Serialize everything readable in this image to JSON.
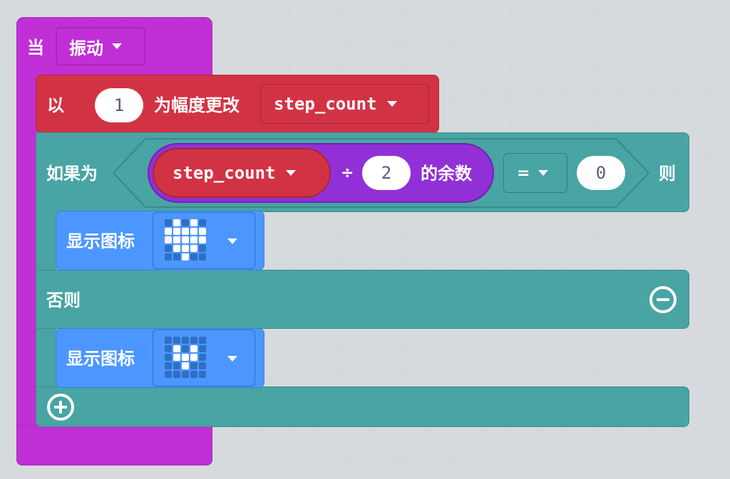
{
  "hat": {
    "prefix": "当",
    "event": "振动"
  },
  "change_block": {
    "prefix": "以",
    "amount": "1",
    "suffix": "为幅度更改",
    "variable": "step_count"
  },
  "if_block": {
    "if_label": "如果为",
    "condition": {
      "mod": {
        "variable": "step_count",
        "operator": "÷",
        "divisor": "2",
        "suffix": "的余数"
      },
      "compare_op": "=",
      "rhs": "0"
    },
    "then_label": "则",
    "else_label": "否则"
  },
  "show_icon_1": {
    "label": "显示图标",
    "icon": "heart",
    "matrix": [
      0,
      1,
      0,
      1,
      0,
      1,
      1,
      1,
      1,
      1,
      1,
      1,
      1,
      1,
      1,
      0,
      1,
      1,
      1,
      0,
      0,
      0,
      1,
      0,
      0
    ]
  },
  "show_icon_2": {
    "label": "显示图标",
    "icon": "small-heart",
    "matrix": [
      0,
      0,
      0,
      0,
      0,
      0,
      1,
      0,
      1,
      0,
      0,
      1,
      1,
      1,
      0,
      0,
      0,
      1,
      0,
      0,
      0,
      0,
      0,
      0,
      0
    ]
  },
  "colors": {
    "events": "#c02fd5",
    "variables": "#d23344",
    "logic": "#49a4a4",
    "math": "#9130d6",
    "basic": "#4c97ff",
    "workspace": "#eceff1"
  }
}
